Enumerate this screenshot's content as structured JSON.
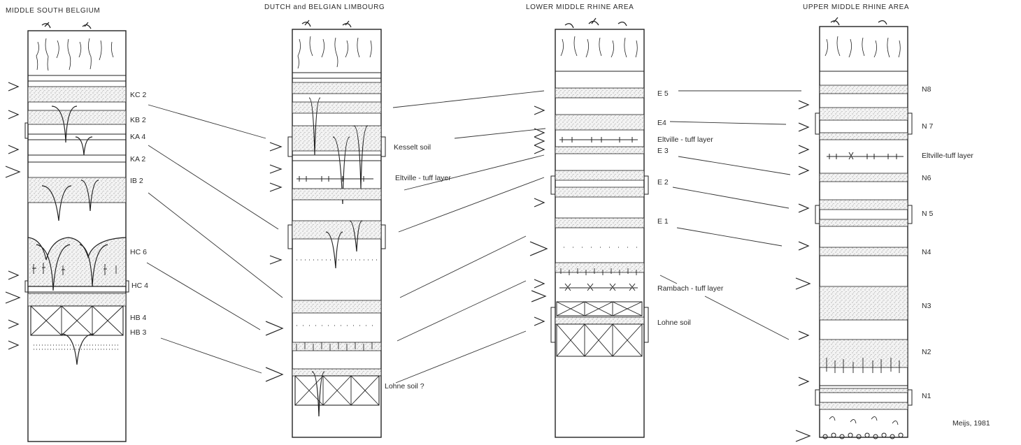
{
  "headers": {
    "belgium": "MIDDLE SOUTH BELGIUM",
    "limbourg": "DUTCH and BELGIAN LIMBOURG",
    "lower_rhine": "LOWER MIDDLE RHINE AREA",
    "upper_rhine": "UPPER MIDDLE RHINE AREA"
  },
  "belgium_labels": [
    "KC 2",
    "KB 2",
    "KA 4",
    "KA 2",
    "IB 2",
    "HC 6",
    "HC 4",
    "HB 4",
    "HB 3"
  ],
  "limbourg_labels": {
    "kesselt": "Kesselt soil",
    "eltville": "Eltville - tuff layer",
    "lohne": "Lohne soil ?"
  },
  "lower_rhine_labels": {
    "e5": "E 5",
    "e4": "E4",
    "eltville": "Eltville - tuff layer",
    "e3": "E 3",
    "e2": "E 2",
    "e1": "E 1",
    "rambach": "Rambach - tuff layer",
    "lohne": "Lohne soil"
  },
  "upper_rhine_labels": {
    "n8": "N8",
    "n7": "N 7",
    "eltville": "Eltville-tuff layer",
    "n6": "N6",
    "n5": "N 5",
    "n4": "N4",
    "n3": "N3",
    "n2": "N2",
    "n1": "N1"
  },
  "credit": "Meijs, 1981"
}
